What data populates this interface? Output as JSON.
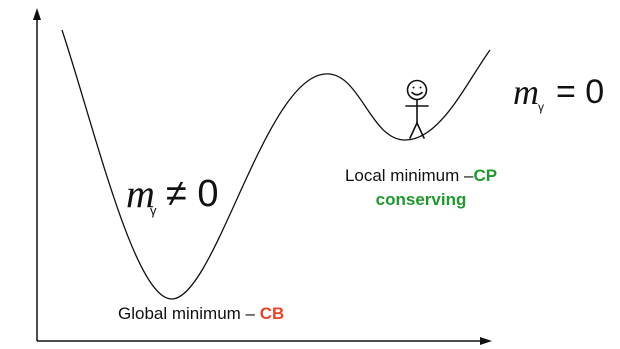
{
  "labels": {
    "global_minimum": {
      "prefix": "Global minimum – ",
      "highlight": "CB"
    },
    "local_minimum": {
      "line1_prefix": "Local minimum –",
      "line1_highlight": "CP",
      "line2": "conserving"
    },
    "mass_nonzero": {
      "symbol": "m",
      "subscript": "γ",
      "relation": "≠ 0"
    },
    "mass_zero": {
      "symbol": "m",
      "subscript": "γ",
      "relation": "= 0"
    }
  },
  "colors": {
    "cb_highlight": "#e8442a",
    "cp_highlight": "#1f9a2e",
    "curve": "#111111",
    "axes": "#111111",
    "text": "#111111"
  },
  "icons": {
    "figure": "stick-figure-smiley"
  }
}
